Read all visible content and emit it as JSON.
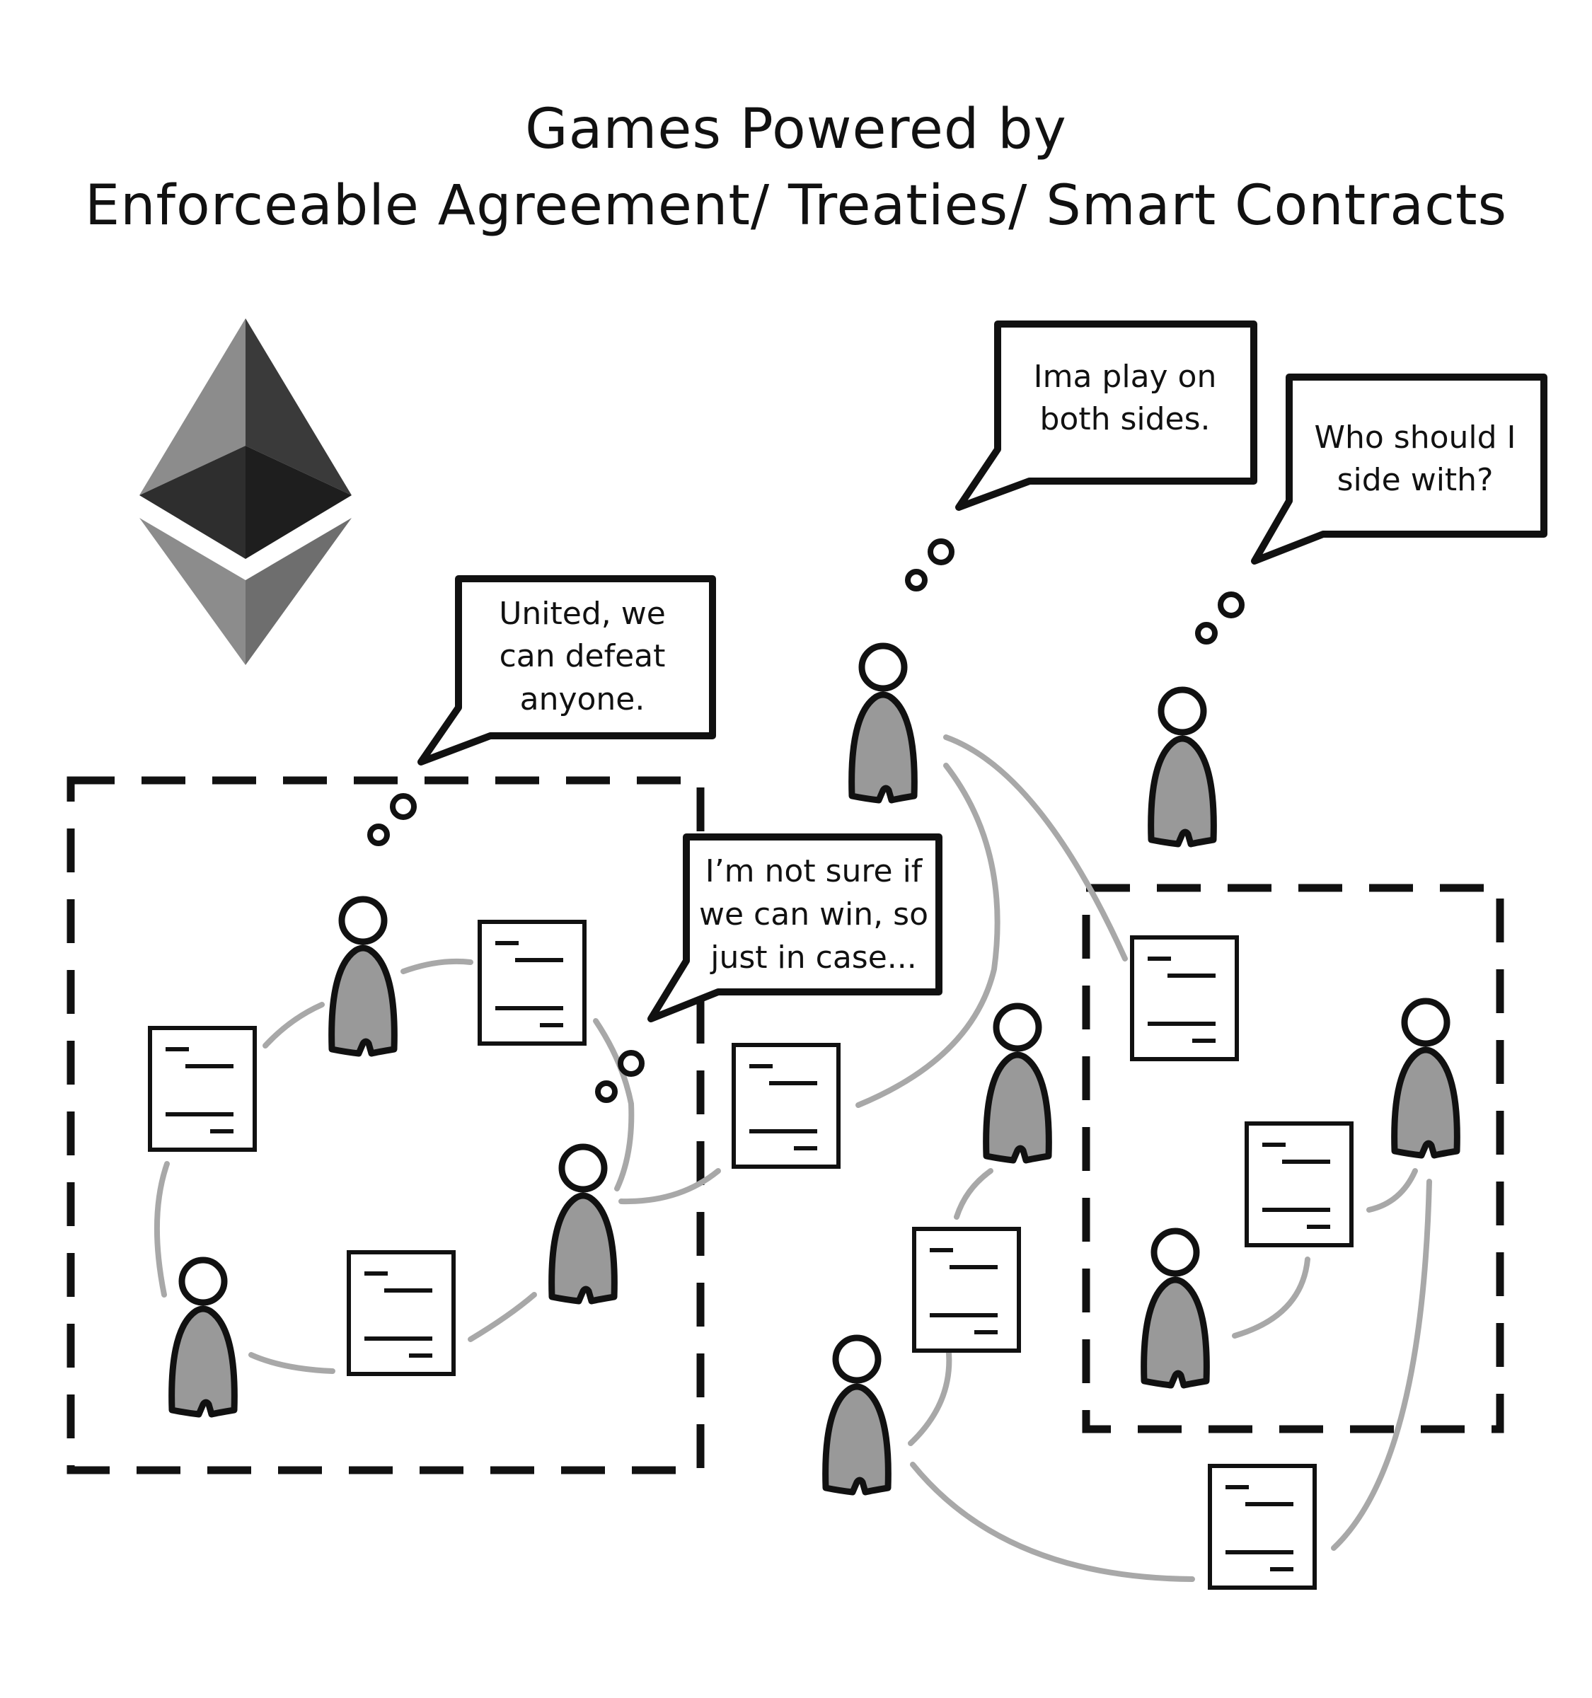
{
  "title": {
    "line1": "Games Powered by",
    "line2": "Enforceable Agreement/ Treaties/ Smart Contracts"
  },
  "logo": {
    "icon": "ethereum-logo-icon"
  },
  "speech_bubbles": [
    {
      "id": "bubble-united",
      "lines": [
        "United, we",
        "can defeat",
        "anyone."
      ]
    },
    {
      "id": "bubble-not-sure",
      "lines": [
        "I’m not sure if",
        "we can win, so",
        "just in case..."
      ]
    },
    {
      "id": "bubble-both-sides",
      "lines": [
        "Ima play on",
        "both sides."
      ]
    },
    {
      "id": "bubble-who-side",
      "lines": [
        "Who should I",
        "side with?"
      ]
    }
  ],
  "colors": {
    "figure_fill": "#999999",
    "outline": "#111111",
    "link": "#a8a8a8",
    "logo_light": "#8c8c8c",
    "logo_dark": "#3a3a3a",
    "logo_darkest": "#2a2a2a",
    "logo_mid": "#6e6e6e"
  }
}
